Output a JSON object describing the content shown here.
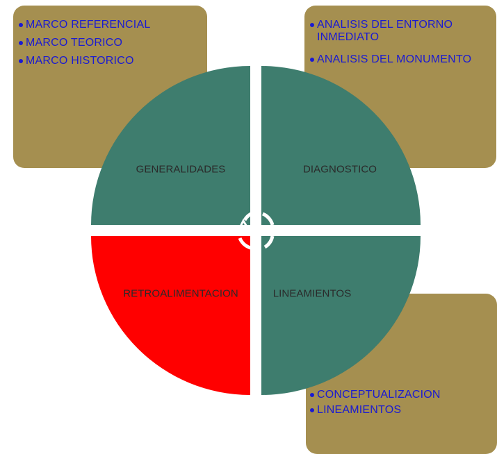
{
  "boxes": {
    "top_left": [
      "MARCO REFERENCIAL",
      "MARCO TEORICO",
      "MARCO HISTORICO"
    ],
    "top_right": [
      "ANALISIS DEL ENTORNO INMEDIATO",
      "ANALISIS DEL MONUMENTO"
    ],
    "bottom_right": [
      "CONCEPTUALIZACION",
      "LINEAMIENTOS"
    ]
  },
  "quadrants": {
    "top_left": "GENERALIDADES",
    "top_right": "DIAGNOSTICO",
    "bottom_left": "RETROALIMENTACION",
    "bottom_right": "LINEAMIENTOS"
  },
  "colors": {
    "box_fill": "#a58f50",
    "quadrant_green": "#3e7d6e",
    "quadrant_red": "#ff0000",
    "bullet_text": "#1a1ad2",
    "divider": "#ffffff"
  },
  "icons": {
    "center": "cycle-arrows-icon",
    "bullet": "bullet-dot-icon"
  }
}
